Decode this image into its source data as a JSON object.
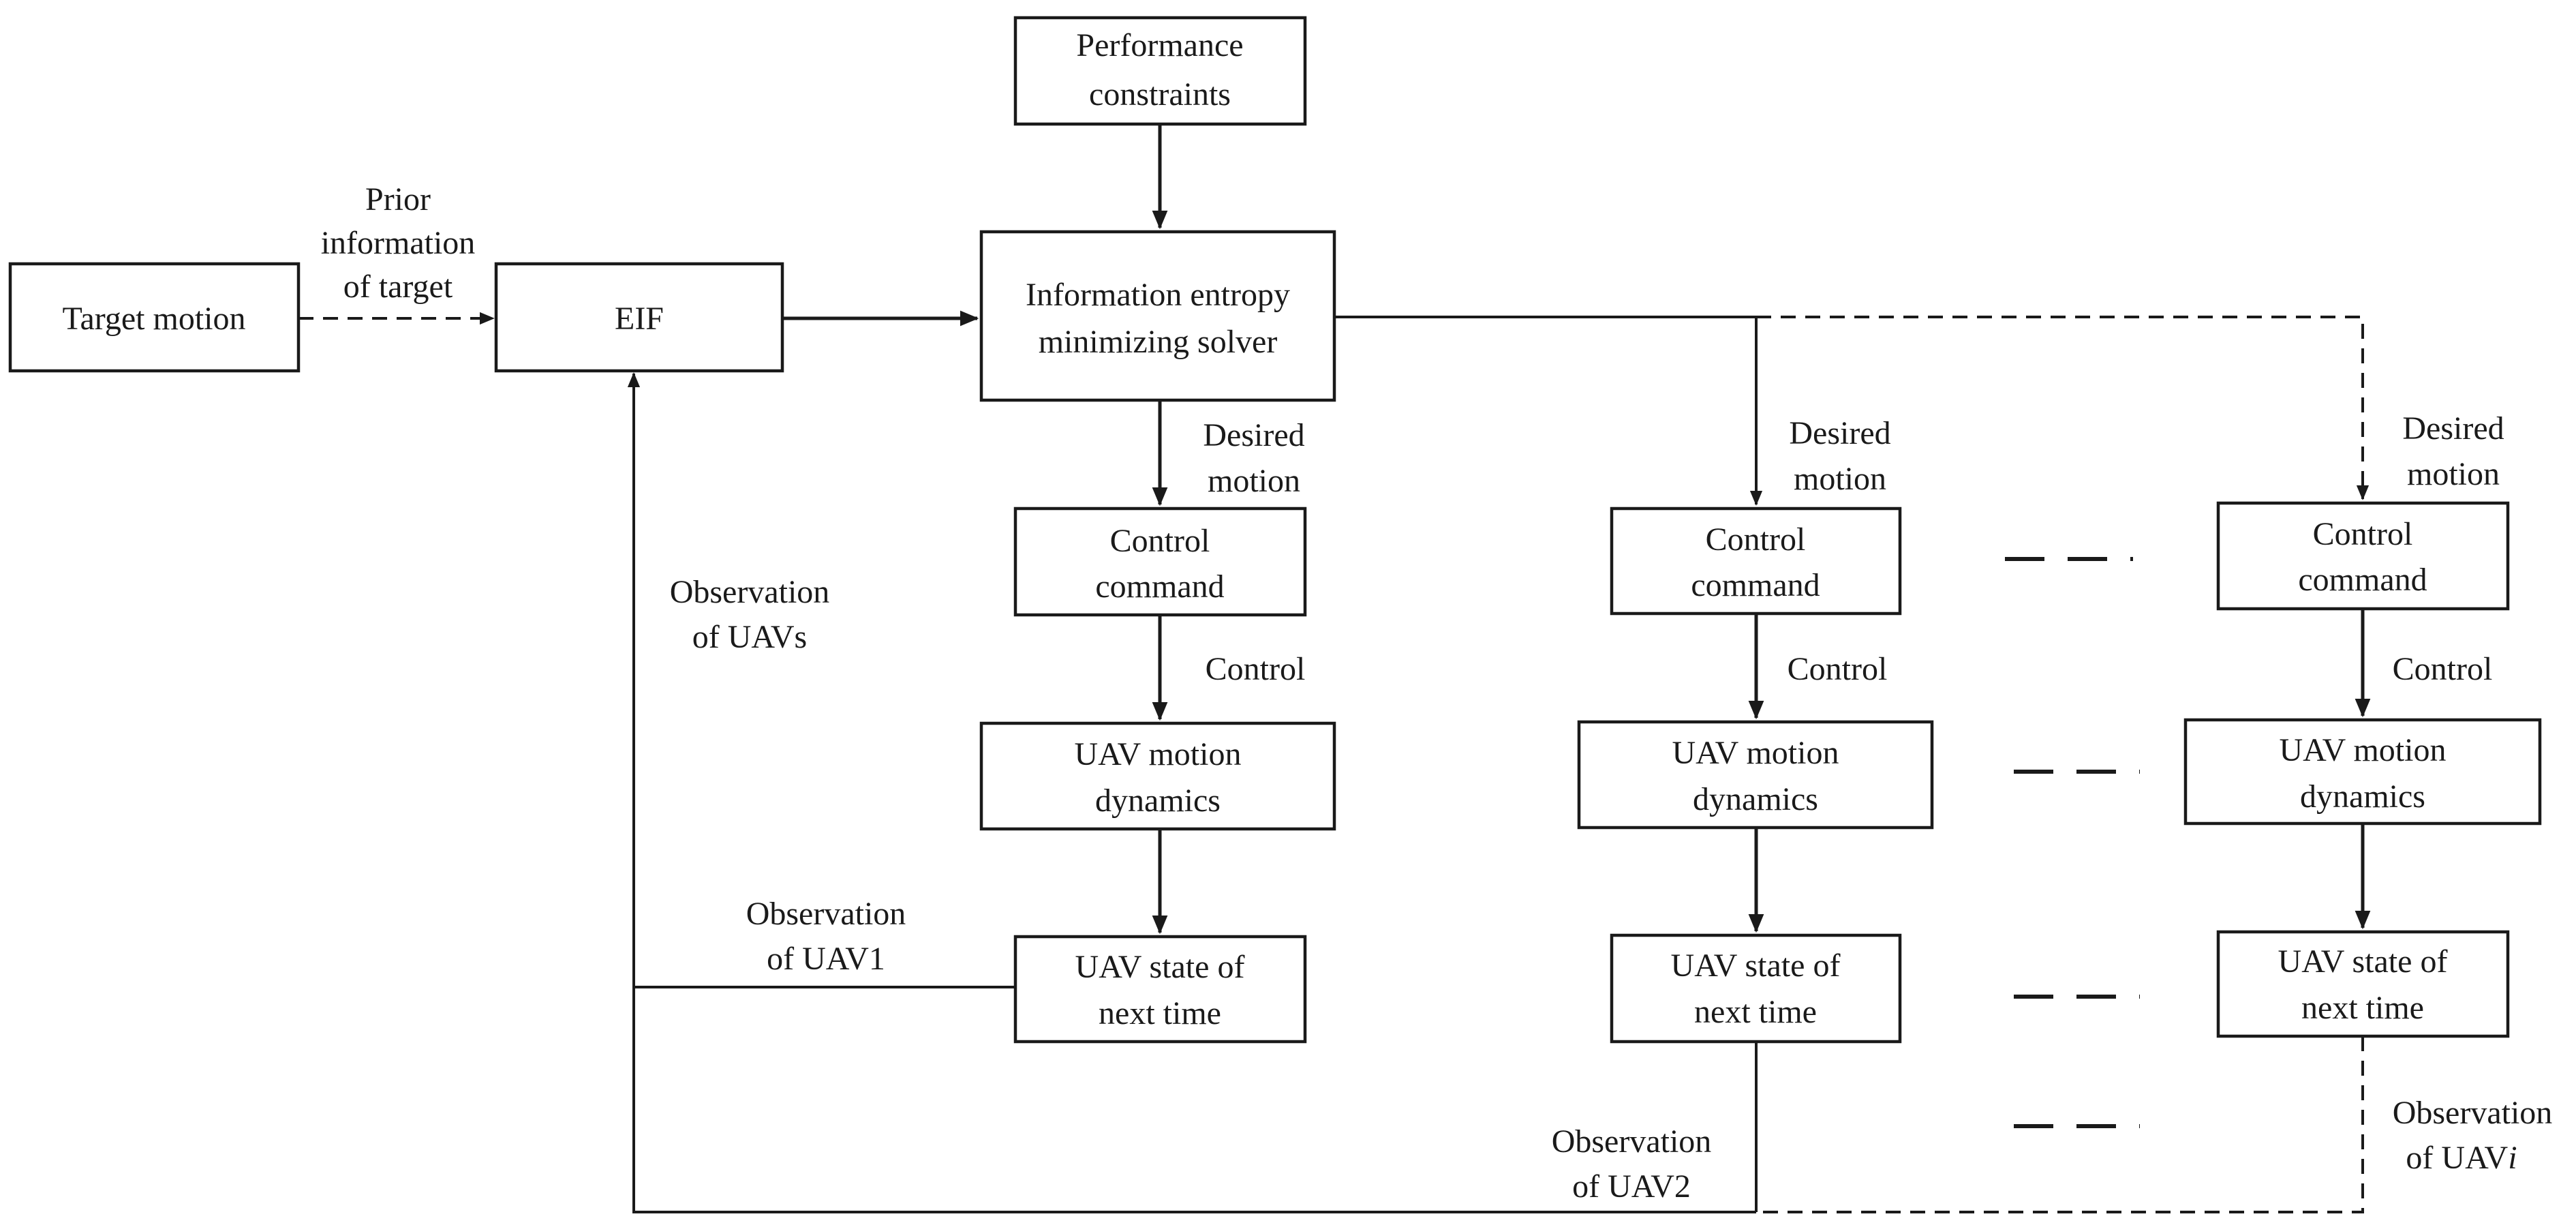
{
  "diagram": {
    "boxes": {
      "performance": [
        "Performance",
        "constraints"
      ],
      "target_motion": "Target motion",
      "eif": "EIF",
      "solver": [
        "Information entropy",
        "minimizing solver"
      ],
      "control_command": [
        "Control",
        "command"
      ],
      "dynamics": [
        "UAV motion",
        "dynamics"
      ],
      "state": [
        "UAV state of",
        "next time"
      ]
    },
    "edge_labels": {
      "prior_info": [
        "Prior",
        "information",
        "of target"
      ],
      "desired_motion": [
        "Desired",
        "motion"
      ],
      "control": "Control",
      "obs_uavs": [
        "Observation",
        "of UAVs"
      ],
      "obs_uav1": [
        "Observation",
        "of UAV1"
      ],
      "obs_uav2": [
        "Observation",
        "of UAV2"
      ],
      "obs_uavi": [
        "Observation",
        "of UAV",
        "i"
      ]
    }
  }
}
